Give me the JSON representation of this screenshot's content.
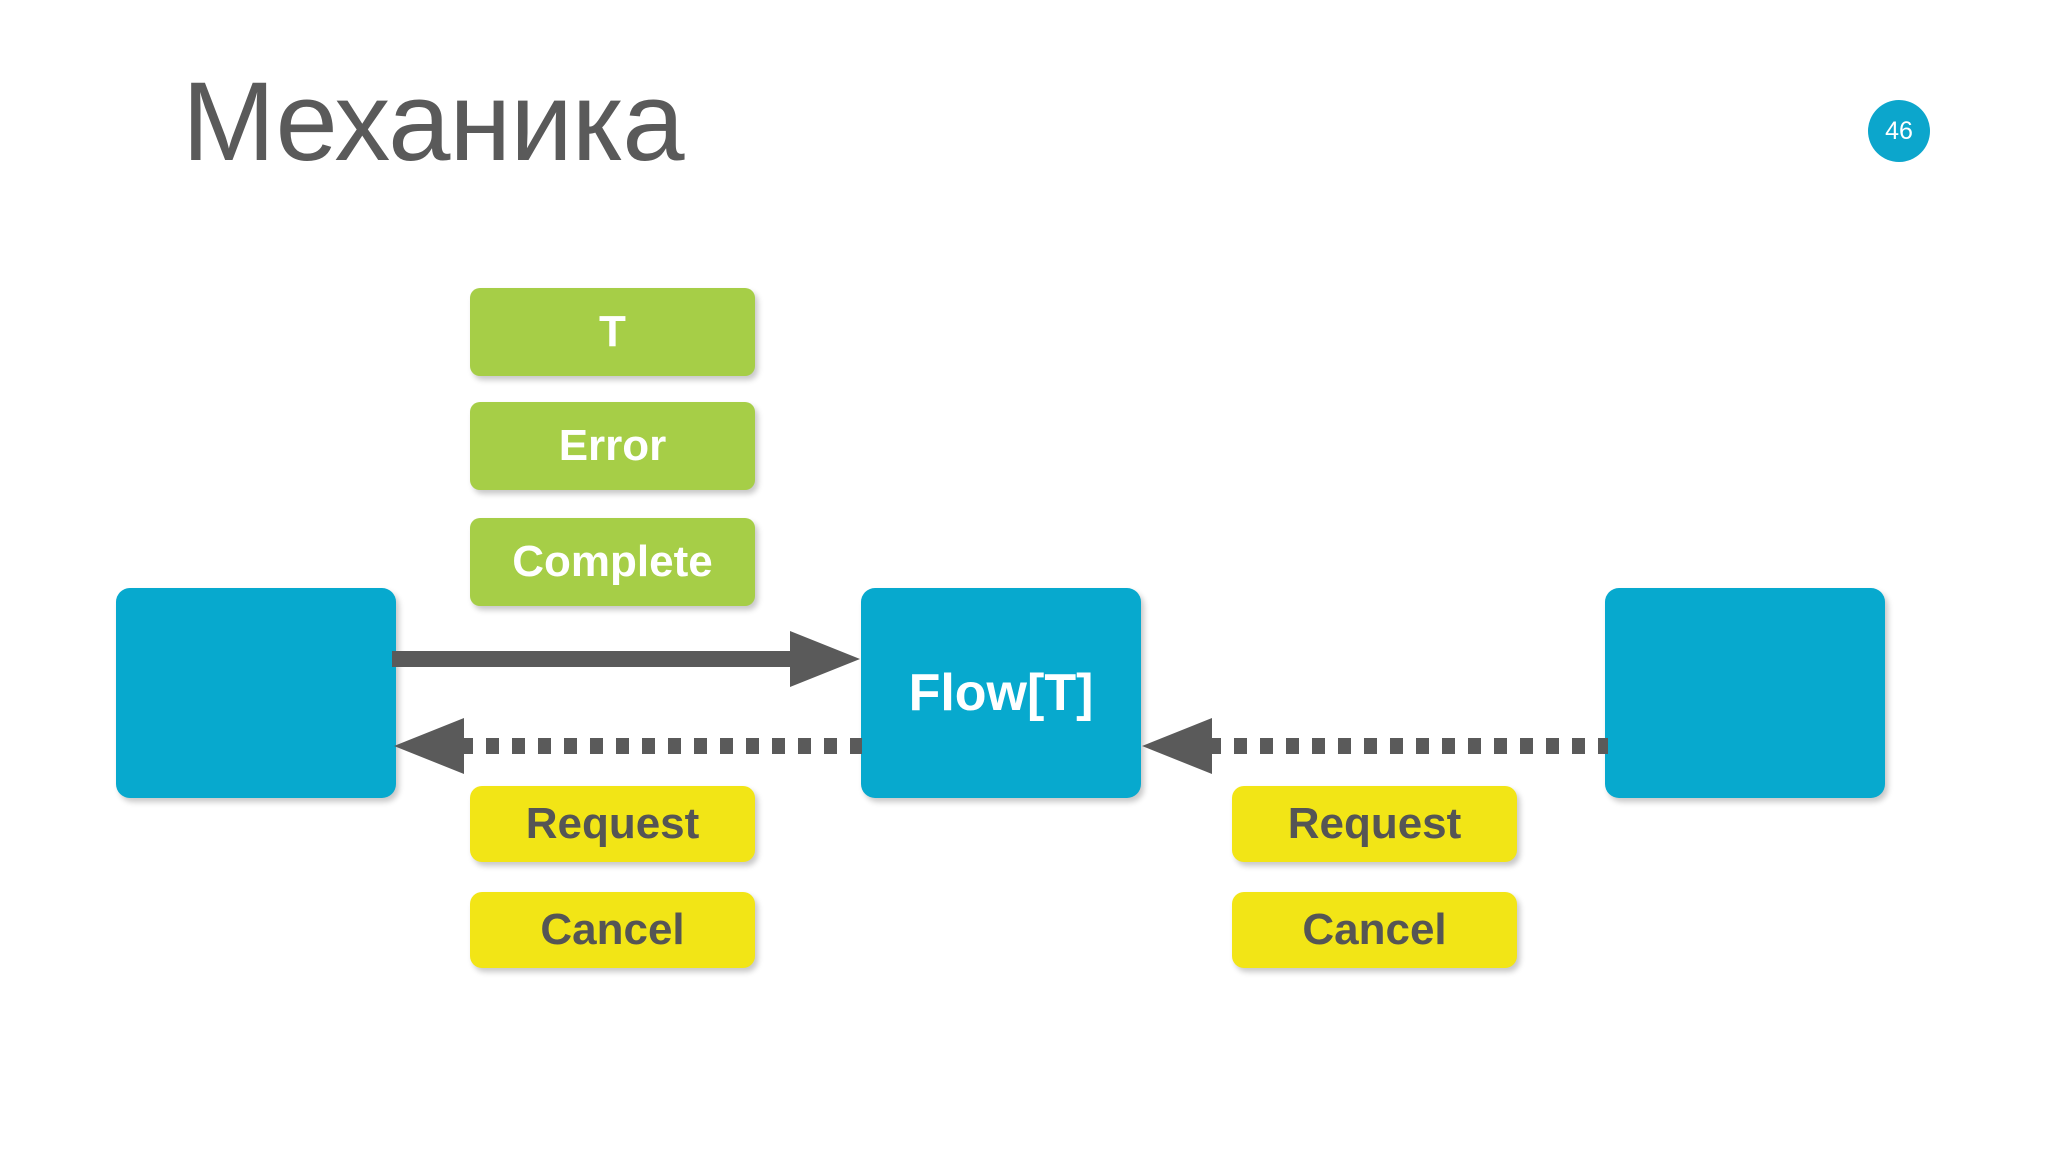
{
  "slide": {
    "title": "Механика",
    "page_number": "46",
    "background_color": "#ffffff",
    "title_color": "#5a5a5a",
    "badge_color": "#0ca6cc"
  },
  "palette": {
    "green": "#a6ce47",
    "yellow": "#f2e516",
    "teal": "#07a9ce",
    "arrow_gray": "#5a5a5a",
    "green_text": "#ffffff",
    "yellow_text": "#555555",
    "teal_text": "#ffffff"
  },
  "diagram": {
    "signal_boxes": [
      {
        "label": "T",
        "color": "green"
      },
      {
        "label": "Error",
        "color": "green"
      },
      {
        "label": "Complete",
        "color": "green"
      }
    ],
    "backpressure_boxes_left": [
      {
        "label": "Request",
        "color": "yellow"
      },
      {
        "label": "Cancel",
        "color": "yellow"
      }
    ],
    "backpressure_boxes_right": [
      {
        "label": "Request",
        "color": "yellow"
      },
      {
        "label": "Cancel",
        "color": "yellow"
      }
    ],
    "nodes": [
      {
        "id": "subscriber",
        "label": "",
        "color": "teal"
      },
      {
        "id": "flow",
        "label": "Flow[T]",
        "color": "teal"
      },
      {
        "id": "publisher",
        "label": "",
        "color": "teal"
      }
    ],
    "arrows": [
      {
        "id": "data-arrow",
        "direction": "right",
        "style": "solid",
        "color": "#5a5a5a"
      },
      {
        "id": "demand-arrow-left",
        "direction": "left",
        "style": "dotted",
        "color": "#5a5a5a"
      },
      {
        "id": "demand-arrow-right",
        "direction": "left",
        "style": "dotted",
        "color": "#5a5a5a"
      }
    ]
  }
}
